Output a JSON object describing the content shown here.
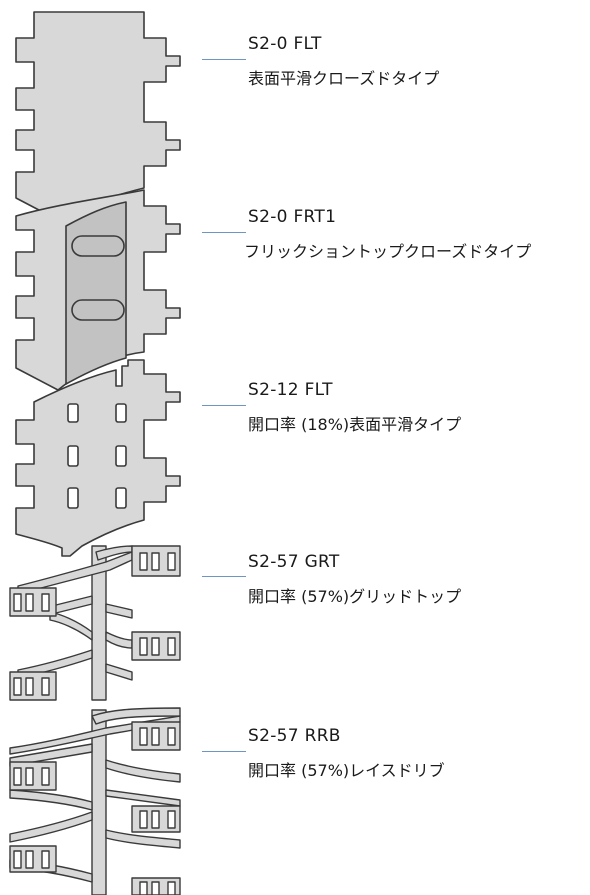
{
  "belts": [
    {
      "code": "S2-0 FLT",
      "desc": "表面平滑クローズドタイプ"
    },
    {
      "code": "S2-0 FRT1",
      "desc": "フリックショントップクローズドタイプ"
    },
    {
      "code": "S2-12 FLT",
      "desc": "開口率 (18%)表面平滑タイプ"
    },
    {
      "code": "S2-57 GRT",
      "desc": "開口率 (57%)グリッドトップ"
    },
    {
      "code": "S2-57 RRB",
      "desc": "開口率 (57%)レイスドリブ"
    }
  ],
  "colors": {
    "module_fill": "#d8d8d8",
    "module_fill_dark": "#c2c2c2",
    "outline": "#3a3a3a",
    "leader": "#6f95c4",
    "text": "#1a1a1a"
  }
}
